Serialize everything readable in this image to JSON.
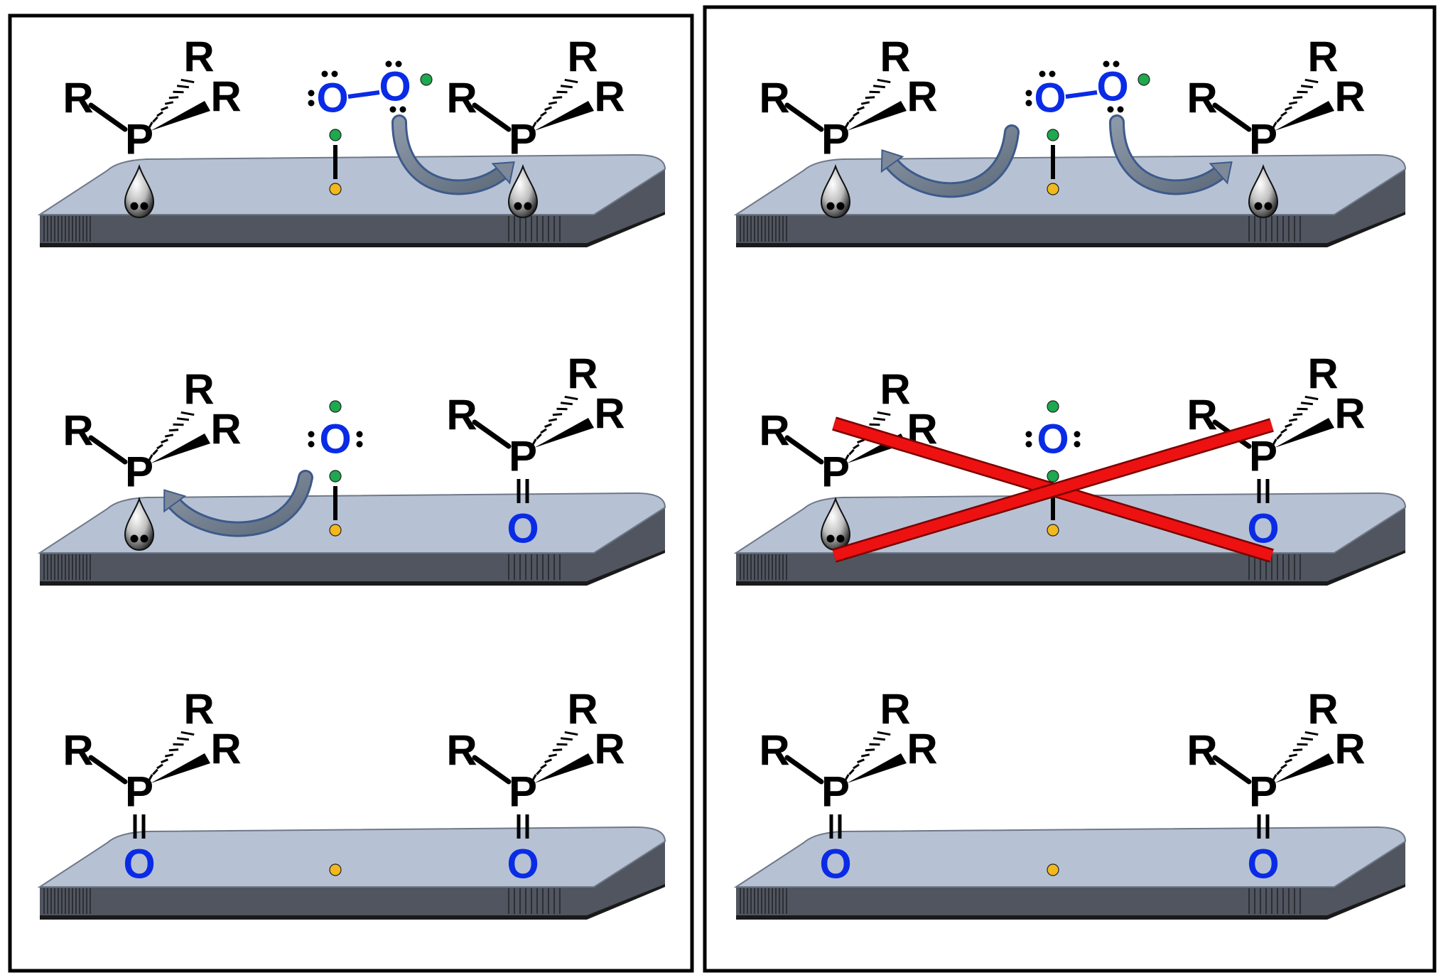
{
  "labels": {
    "substituent": "R",
    "phosphorus": "P",
    "oxygen": "O"
  },
  "colors": {
    "surface_top": "#b6c2d4",
    "surface_front": "#50555f",
    "surface_base": "#1a1a1a",
    "oxygen": "#0a2be6",
    "electron_green": "#1ea84f",
    "surface_atom_yellow": "#f2b81c",
    "arrow": "#6f7d8e",
    "cross": "#ee1111",
    "frame": "#000000"
  },
  "icons": {
    "lone_pair": "lone-pair-drop-icon",
    "arrow": "curved-arrow-icon",
    "cross": "red-cross-icon"
  },
  "panels": [
    {
      "id": "left",
      "rows": [
        {
          "state": "phosphine + peroxo + phosphine",
          "arrows": [
            "peroxo-to-right-phosphine"
          ]
        },
        {
          "state": "phosphine + oxo + phosphine-oxide",
          "arrows": [
            "oxo-to-left-phosphine"
          ]
        },
        {
          "state": "phosphine-oxide + bare site + phosphine-oxide",
          "arrows": []
        }
      ]
    },
    {
      "id": "right",
      "rows": [
        {
          "state": "phosphine + peroxo + phosphine",
          "arrows": [
            "peroxo-to-left-phosphine",
            "peroxo-to-right-phosphine"
          ]
        },
        {
          "state": "phosphine + oxo + phosphine-oxide",
          "crossed": true
        },
        {
          "state": "phosphine-oxide + bare site + phosphine-oxide",
          "arrows": []
        }
      ]
    }
  ]
}
